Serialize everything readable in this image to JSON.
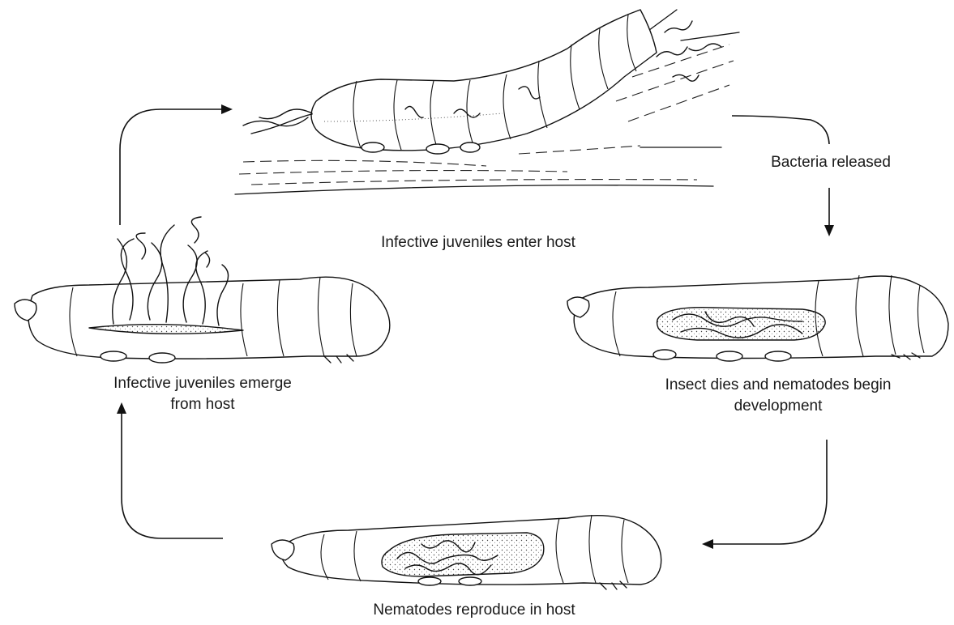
{
  "diagram": {
    "stages": [
      {
        "id": "enter",
        "lines": [
          "Infective juveniles enter host"
        ]
      },
      {
        "id": "bacteria",
        "lines": [
          "Bacteria released"
        ]
      },
      {
        "id": "dies",
        "lines": [
          "Insect dies and nematodes begin",
          "development"
        ]
      },
      {
        "id": "reproduce",
        "lines": [
          "Nematodes reproduce in host"
        ]
      },
      {
        "id": "emerge",
        "lines": [
          "Infective juveniles emerge",
          "from host"
        ]
      }
    ]
  },
  "colors": {
    "ink": "#111111",
    "background": "#ffffff"
  }
}
